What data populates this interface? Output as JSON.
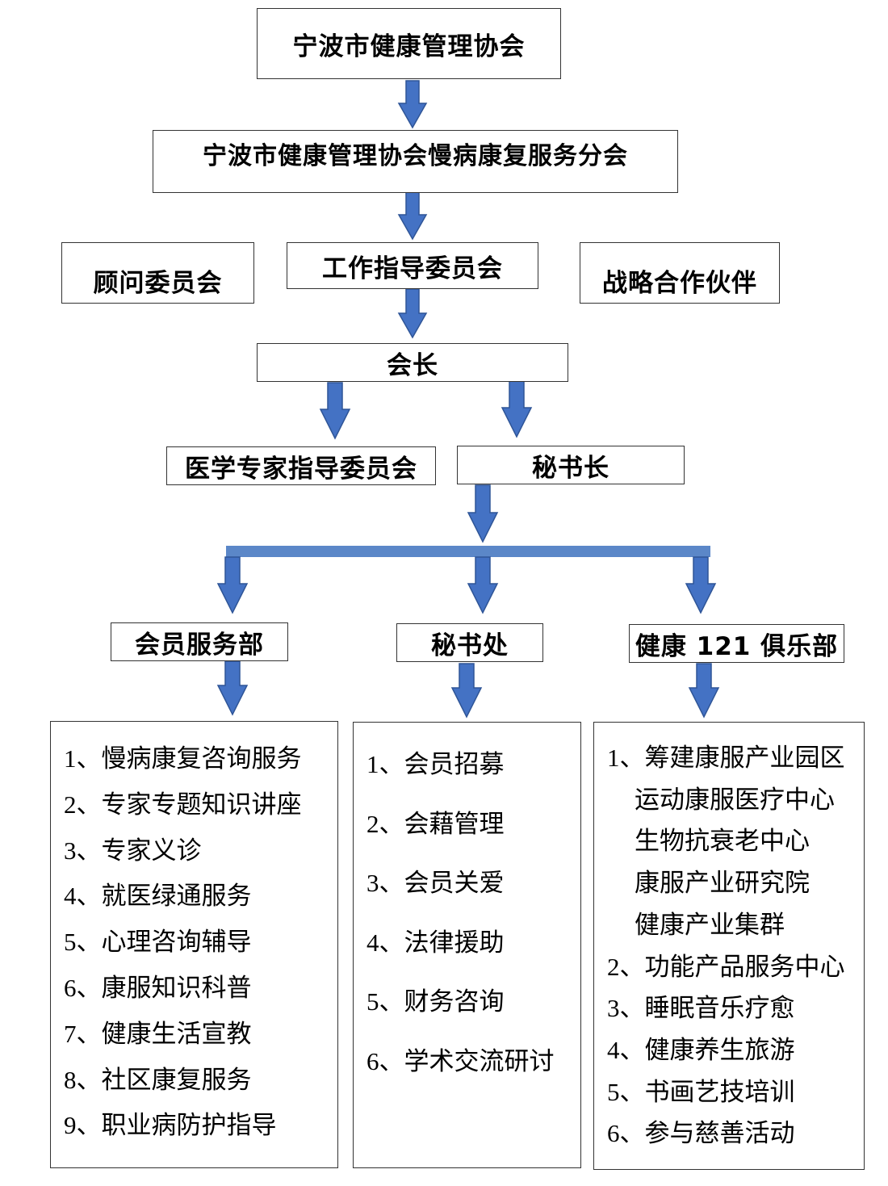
{
  "colors": {
    "arrow_fill": "#4472c4",
    "arrow_stroke": "#2f5597",
    "bar": "#5b87c8"
  },
  "nodes": {
    "association": "宁波市健康管理协会",
    "branch": "宁波市健康管理协会慢病康复服务分会",
    "advisory_committee": "顾问委员会",
    "work_guidance_committee": "工作指导委员会",
    "strategic_partners": "战略合作伙伴",
    "president": "会长",
    "medical_expert_committee": "医学专家指导委员会",
    "secretary_general": "秘书长",
    "member_services_dept": "会员服务部",
    "secretariat": "秘书处",
    "health_121_club": "健康 121 俱乐部"
  },
  "member_services_list": [
    {
      "num": "1、",
      "text": "慢病康复咨询服务"
    },
    {
      "num": "2、",
      "text": "专家专题知识讲座"
    },
    {
      "num": "3、",
      "text": "专家义诊"
    },
    {
      "num": "4、",
      "text": "就医绿通服务"
    },
    {
      "num": "5、",
      "text": "心理咨询辅导"
    },
    {
      "num": "6、",
      "text": "康服知识科普"
    },
    {
      "num": "7、",
      "text": "健康生活宣教"
    },
    {
      "num": "8、",
      "text": "社区康复服务"
    },
    {
      "num": "9、",
      "text": "职业病防护指导"
    }
  ],
  "secretariat_list": [
    {
      "num": "1、",
      "text": "会员招募"
    },
    {
      "num": "2、",
      "text": "会藉管理"
    },
    {
      "num": "3、",
      "text": "会员关爱"
    },
    {
      "num": "4、",
      "text": "法律援助"
    },
    {
      "num": "5、",
      "text": "财务咨询"
    },
    {
      "num": "6、",
      "text": "学术交流研讨"
    }
  ],
  "club_list": [
    {
      "num": "1、",
      "text": "筹建康服产业园区"
    },
    {
      "num": "",
      "text": "运动康服医疗中心"
    },
    {
      "num": "",
      "text": "生物抗衰老中心"
    },
    {
      "num": "",
      "text": "康服产业研究院"
    },
    {
      "num": "",
      "text": "健康产业集群"
    },
    {
      "num": "2、",
      "text": "功能产品服务中心"
    },
    {
      "num": "3、",
      "text": "睡眠音乐疗愈"
    },
    {
      "num": "4、",
      "text": "健康养生旅游"
    },
    {
      "num": "5、",
      "text": "书画艺技培训"
    },
    {
      "num": "6、",
      "text": "参与慈善活动"
    }
  ]
}
